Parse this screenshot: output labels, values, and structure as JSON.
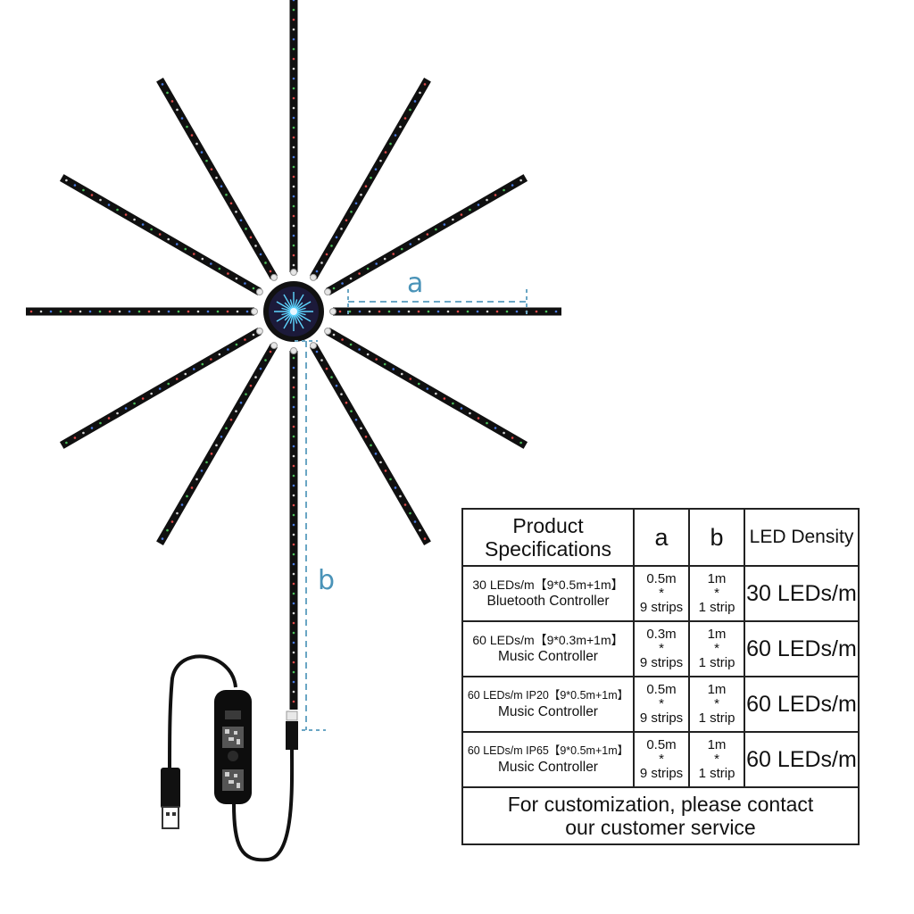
{
  "illustration": {
    "label_a": "a",
    "label_b": "b",
    "led_colors": [
      "#e14b4b",
      "#4bbf5a",
      "#4a7be0",
      "#d8d8d8"
    ],
    "dimension_color": "#6aa6c4",
    "icons": [
      "led-strip-icon",
      "controller-hub-icon",
      "usb-plug-icon",
      "remote-controller-icon"
    ]
  },
  "table": {
    "header": {
      "title_line1": "Product",
      "title_line2": "Specifications",
      "col_a": "a",
      "col_b": "b",
      "col_density": "LED Density"
    },
    "rows": [
      {
        "model": "30 LEDs/m【9*0.5m+1m】",
        "controller": "Bluetooth Controller",
        "a1": "0.5m",
        "a2": "*",
        "a3": "9 strips",
        "b1": "1m",
        "b2": "*",
        "b3": "1 strip",
        "density": "30 LEDs/m"
      },
      {
        "model": "60 LEDs/m【9*0.3m+1m】",
        "controller": "Music Controller",
        "a1": "0.3m",
        "a2": "*",
        "a3": "9 strips",
        "b1": "1m",
        "b2": "*",
        "b3": "1 strip",
        "density": "60 LEDs/m"
      },
      {
        "model": "60 LEDs/m IP20【9*0.5m+1m】",
        "controller": "Music Controller",
        "a1": "0.5m",
        "a2": "*",
        "a3": "9 strips",
        "b1": "1m",
        "b2": "*",
        "b3": "1 strip",
        "density": "60 LEDs/m"
      },
      {
        "model": "60 LEDs/m IP65【9*0.5m+1m】",
        "controller": "Music Controller",
        "a1": "0.5m",
        "a2": "*",
        "a3": "9 strips",
        "b1": "1m",
        "b2": "*",
        "b3": "1 strip",
        "density": "60 LEDs/m"
      }
    ],
    "footer_line1": "For customization, please contact",
    "footer_line2": "our customer service"
  }
}
